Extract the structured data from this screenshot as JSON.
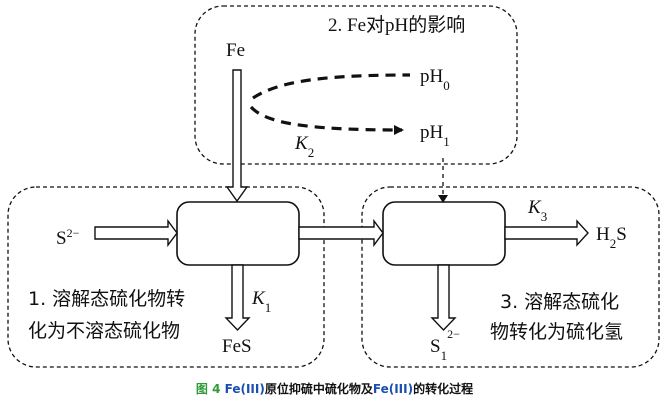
{
  "diagram": {
    "regions": [
      {
        "id": "1",
        "title_line1": "1. 溶解态硫化物转",
        "title_line2": "化为不溶态硫化物"
      },
      {
        "id": "2",
        "title": "2. Fe对pH的影响"
      },
      {
        "id": "3",
        "title_line1": "3. 溶解态硫化",
        "title_line2": "物转化为硫化氢"
      }
    ],
    "inputs": {
      "fe": "Fe",
      "sulfide_base": "S",
      "sulfide_sup": "2−"
    },
    "ph": {
      "ph0_base": "pH",
      "ph0_sub": "0",
      "ph1_base": "pH",
      "ph1_sub": "1",
      "k2_base": "K",
      "k2_sub": "2"
    },
    "outputs": {
      "fes": "FeS",
      "k1_base": "K",
      "k1_sub": "1",
      "h2s_pre": "H",
      "h2s_sub": "2",
      "h2s_post": "S",
      "k3_base": "K",
      "k3_sub": "3",
      "s1_base": "S",
      "s1_sub": "1",
      "s1_sup": "2−"
    }
  },
  "caption": {
    "fig": "图 4",
    "fe1": "Fe(III)",
    "mid": "原位抑硫中硫化物及",
    "fe2": "Fe(III)",
    "end": "的转化过程"
  },
  "colors": {
    "fig_label": "#2e9b3a",
    "fe_label": "#1a4fb0"
  }
}
